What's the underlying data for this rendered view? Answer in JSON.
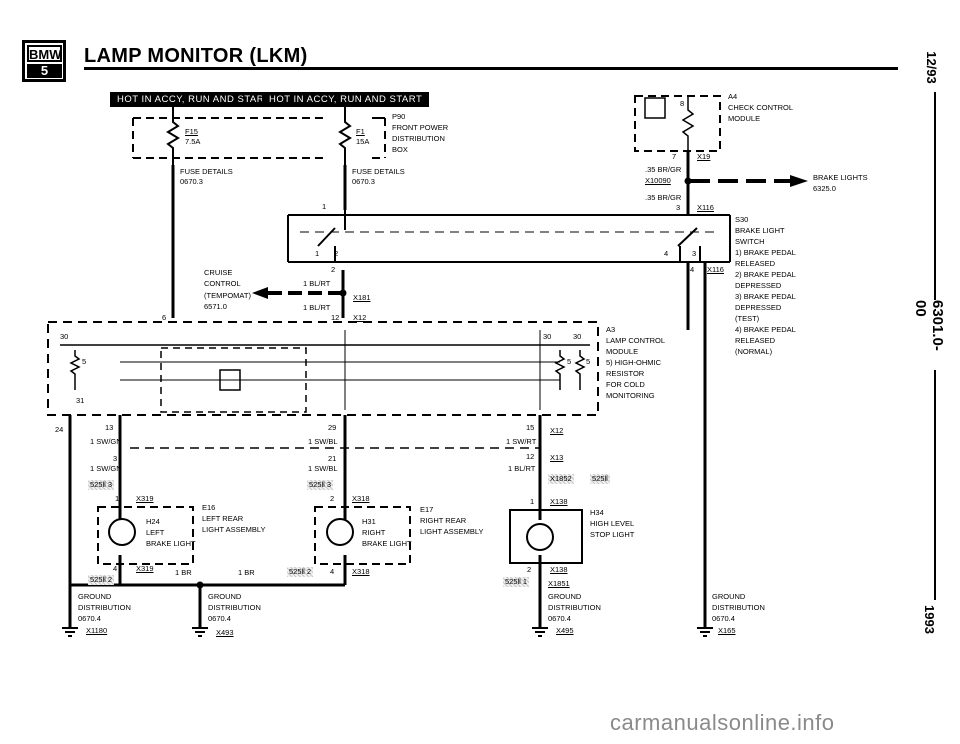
{
  "header": {
    "logo_top": "BMW",
    "logo_bottom": "5",
    "title": "LAMP MONITOR (LKM)"
  },
  "side_text": {
    "date": "12/93",
    "page_code": "6301.0-00",
    "year": "1993"
  },
  "banners": {
    "left": "HOT IN ACCY, RUN AND START",
    "right": "HOT IN ACCY, RUN AND START"
  },
  "fuse_box": {
    "id": "P90",
    "desc": [
      "FRONT POWER",
      "DISTRIBUTION",
      "BOX"
    ],
    "fuse1_name": "F15",
    "fuse1_rating": "7.5A",
    "fuse2_name": "F1",
    "fuse2_rating": "15A",
    "details_left": [
      "FUSE DETAILS",
      "0670.3"
    ],
    "details_right": [
      "FUSE DETAILS",
      "0670.3"
    ]
  },
  "check_control": {
    "id": "A4",
    "desc": [
      "CHECK CONTROL",
      "MODULE"
    ],
    "pin_top": "8",
    "pin_bottom": "7",
    "connector": "X19"
  },
  "brake_wire": {
    "wire1": ".35 BR/GR",
    "splice": "X10090",
    "wire2": ".35 BR/GR",
    "pin": "3",
    "connector": "X116",
    "brake_lights": [
      "BRAKE LIGHTS",
      "6325.0"
    ]
  },
  "brake_switch": {
    "id": "S30",
    "desc": [
      "BRAKE LIGHT",
      "SWITCH",
      "1)  BRAKE PEDAL",
      "     RELEASED",
      "2)  BRAKE PEDAL",
      "     DEPRESSED",
      "3)  BRAKE PEDAL",
      "     DEPRESSED",
      "     (TEST)",
      "4)  BRAKE PEDAL",
      "     RELEASED",
      "     (NORMAL)"
    ],
    "pins": [
      "1",
      "2",
      "4",
      "3",
      "4"
    ],
    "connector": "X116"
  },
  "cruise": {
    "desc": [
      "CRUISE",
      "CONTROL",
      "(TEMPOMAT)",
      "6571.0"
    ],
    "wire1": "1 BL/RT",
    "connector": "X181",
    "wire2": "1 BL/RT",
    "pin": "12",
    "connector2": "X12",
    "pin_top": "1",
    "pin_2": "2",
    "pin_6": "6"
  },
  "lamp_control": {
    "id": "A3",
    "desc": [
      "LAMP CONTROL",
      "MODULE",
      "5)  HIGH-OHMIC",
      "     RESISTOR",
      "     FOR COLD",
      "     MONITORING"
    ],
    "pins": [
      "30",
      "30",
      "30",
      "5",
      "5",
      "5",
      "31"
    ]
  },
  "wires_lower": {
    "left_pin_24": "24",
    "left_pin_13": "13",
    "left_wire1": "1 SW/GN",
    "left_pin_3": "3",
    "left_wire2": "1 SW/GN",
    "mid_pin_29": "29",
    "mid_wire1": "1 SW/BL",
    "mid_pin_21": "21",
    "mid_wire2": "1 SW/BL",
    "right_pin_15": "15",
    "right_wire1": "1 SW/RT",
    "right_conn1": "X12",
    "right_pin_12": "12",
    "right_wire2": "1 BL/RT",
    "right_conn2": "X13"
  },
  "hatch_labels": {
    "left_3": "525ll  3",
    "mid_3": "525ll  3",
    "right_pair_a": "X1852",
    "right_pair_b": "525ll",
    "left_2": "525ll  2",
    "mid_2": "525ll  2",
    "right_1": "525ll  1"
  },
  "lamps": {
    "left": {
      "id": "E16",
      "desc": [
        "LEFT REAR",
        "LIGHT ASSEMBLY"
      ],
      "bulb": "H24",
      "bulb_desc": [
        "LEFT",
        "BRAKE LIGHT"
      ],
      "pin_top": "1",
      "conn_top": "X319",
      "pin_bottom": "4",
      "conn_bottom": "X319"
    },
    "center": {
      "id": "E17",
      "desc": [
        "RIGHT REAR",
        "LIGHT ASSEMBLY"
      ],
      "bulb": "H31",
      "bulb_desc": [
        "RIGHT",
        "BRAKE LIGHT"
      ],
      "pin_top": "2",
      "conn_top": "X318",
      "pin_bottom": "4",
      "conn_bottom": "X318"
    },
    "right": {
      "id": "H34",
      "desc": [
        "HIGH LEVEL",
        "STOP LIGHT"
      ],
      "pin_top": "1",
      "conn_top": "X138",
      "pin_bottom": "2",
      "conn_bottom": "X138"
    }
  },
  "ground_wires": {
    "left_br": "1 BR",
    "right_br": "1 BR"
  },
  "grounds": {
    "g1": {
      "lines": [
        "GROUND",
        "DISTRIBUTION",
        "0670.4"
      ],
      "conn": "X1180"
    },
    "g2": {
      "lines": [
        "GROUND",
        "DISTRIBUTION",
        "0670.4"
      ],
      "conn": "X493"
    },
    "g3": {
      "lines": [
        "GROUND",
        "DISTRIBUTION",
        "0670.4"
      ],
      "conn": "X495",
      "splice": "X1851"
    },
    "g4": {
      "lines": [
        "GROUND",
        "DISTRIBUTION",
        "0670.4"
      ],
      "conn": "X165"
    }
  },
  "watermark": "carmanualsonline.info",
  "colors": {
    "ink": "#000000",
    "paper": "#ffffff",
    "watermark": "#8a8a8a"
  }
}
